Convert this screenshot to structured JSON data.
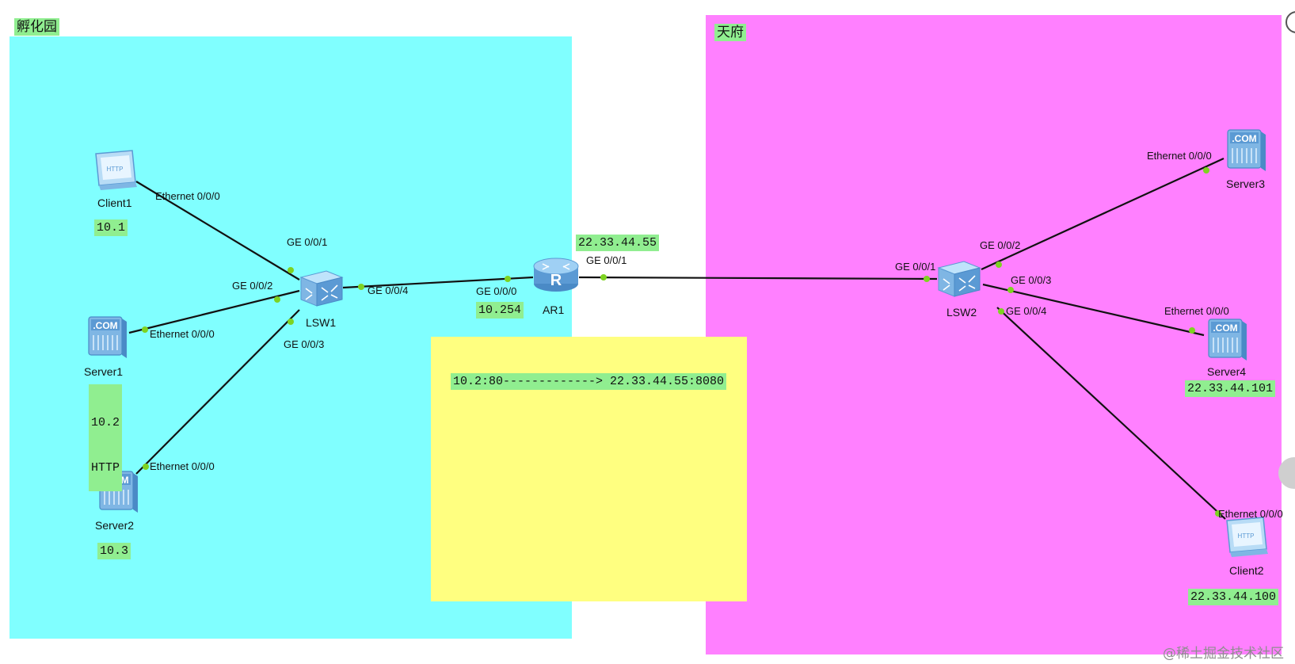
{
  "areas": {
    "left": {
      "label": "孵化园",
      "color": "#80ffff"
    },
    "right": {
      "label": "天府",
      "color": "#ff80ff"
    },
    "nat": {
      "color": "#ffff80",
      "text": "10.2:80-------------> 22.33.44.55:8080"
    }
  },
  "devices": {
    "client1": {
      "name": "Client1",
      "icon": "http-client-icon"
    },
    "server1": {
      "name": "Server1",
      "icon": "com-server-icon"
    },
    "server2": {
      "name": "Server2",
      "icon": "com-server-icon"
    },
    "lsw1": {
      "name": "LSW1",
      "icon": "switch-icon"
    },
    "ar1": {
      "name": "AR1",
      "icon": "router-icon"
    },
    "lsw2": {
      "name": "LSW2",
      "icon": "switch-icon"
    },
    "server3": {
      "name": "Server3",
      "icon": "com-server-icon"
    },
    "server4": {
      "name": "Server4",
      "icon": "com-server-icon"
    },
    "client2": {
      "name": "Client2",
      "icon": "http-client-icon"
    }
  },
  "ports": {
    "client1_eth": "Ethernet 0/0/0",
    "lsw1_g1": "GE 0/0/1",
    "lsw1_g2": "GE 0/0/2",
    "server1_eth": "Ethernet 0/0/0",
    "lsw1_g4": "GE 0/0/4",
    "lsw1_g3": "GE 0/0/3",
    "server2_eth": "Ethernet 0/0/0",
    "ar1_g0": "GE 0/0/0",
    "ar1_g1": "GE 0/0/1",
    "lsw2_g1": "GE 0/0/1",
    "lsw2_g2": "GE 0/0/2",
    "lsw2_g3": "GE 0/0/3",
    "lsw2_g4": "GE 0/0/4",
    "server3_eth": "Ethernet 0/0/0",
    "server4_eth": "Ethernet 0/0/0",
    "client2_eth": "Ethernet 0/0/0"
  },
  "notes": {
    "client1_ip": "10.1",
    "server1_ip": "10.2",
    "server1_service": "HTTP",
    "server2_ip": "10.3",
    "ar1_outside_ip": "22.33.44.55",
    "ar1_inside_ip": "10.254",
    "server4_ip": "22.33.44.101",
    "client2_ip": "22.33.44.100"
  },
  "style": {
    "link_color": "#111111",
    "port_dot_color": "#7ed321",
    "note_bg": "#90ee90"
  },
  "watermark": "@稀土掘金技术社区"
}
